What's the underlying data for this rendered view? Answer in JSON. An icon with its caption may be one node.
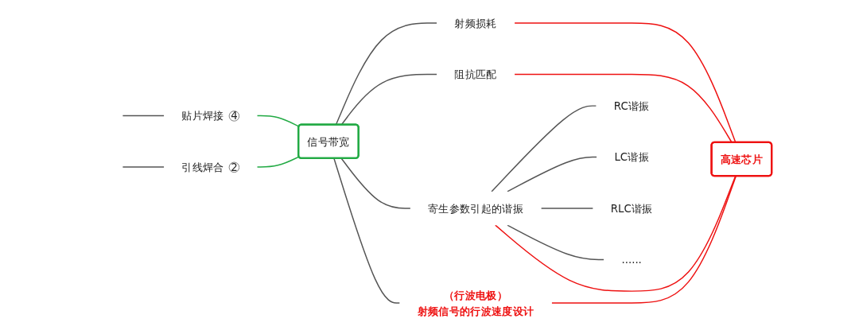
{
  "diagram": {
    "nodes": [
      {
        "text": [
          "信号带宽"
        ]
      },
      {
        "text": [
          "射频损耗"
        ]
      },
      {
        "text": [
          "阻抗匹配"
        ]
      },
      {
        "text": [
          "寄生参数引起的谐振"
        ]
      },
      {
        "text": [
          "RC谐振"
        ]
      },
      {
        "text": [
          "LC谐振"
        ]
      },
      {
        "text": [
          "RLC谐振"
        ]
      },
      {
        "text": [
          "......"
        ]
      },
      {
        "text": [
          "（行波电极）",
          "射频信号的行波速度设计"
        ]
      },
      {
        "text": [
          "贴片焊接",
          "4"
        ]
      },
      {
        "text": [
          "引线焊合",
          "2"
        ]
      },
      {
        "text": [
          "高速芯片"
        ]
      }
    ],
    "edges": [
      {
        "from": null,
        "to": 9,
        "arrow": "none"
      },
      {
        "from": null,
        "to": 10,
        "arrow": "none"
      },
      {
        "from": 9,
        "to": 0,
        "arrow": "none",
        "color": "#22aa44"
      },
      {
        "from": 10,
        "to": 0,
        "arrow": "none",
        "color": "#22aa44"
      },
      {
        "from": 0,
        "to": 1,
        "arrow": "none"
      },
      {
        "from": 0,
        "to": 2,
        "arrow": "none"
      },
      {
        "from": 0,
        "to": 3,
        "arrow": "none"
      },
      {
        "from": 3,
        "to": 4,
        "arrow": "none"
      },
      {
        "from": 3,
        "to": 5,
        "arrow": "none"
      },
      {
        "from": 3,
        "to": 6,
        "arrow": "none"
      },
      {
        "from": 3,
        "to": 7,
        "arrow": "none"
      },
      {
        "from": 0,
        "to": 8,
        "arrow": "none"
      },
      {
        "from": 1,
        "to": 11,
        "arrow": "none",
        "color": "#ee1111"
      },
      {
        "from": 2,
        "to": 11,
        "arrow": "none",
        "color": "#ee1111"
      },
      {
        "from": 3,
        "to": 11,
        "arrow": "none",
        "color": "#ee1111"
      },
      {
        "from": 8,
        "to": 11,
        "arrow": "none",
        "color": "#ee1111"
      }
    ]
  }
}
